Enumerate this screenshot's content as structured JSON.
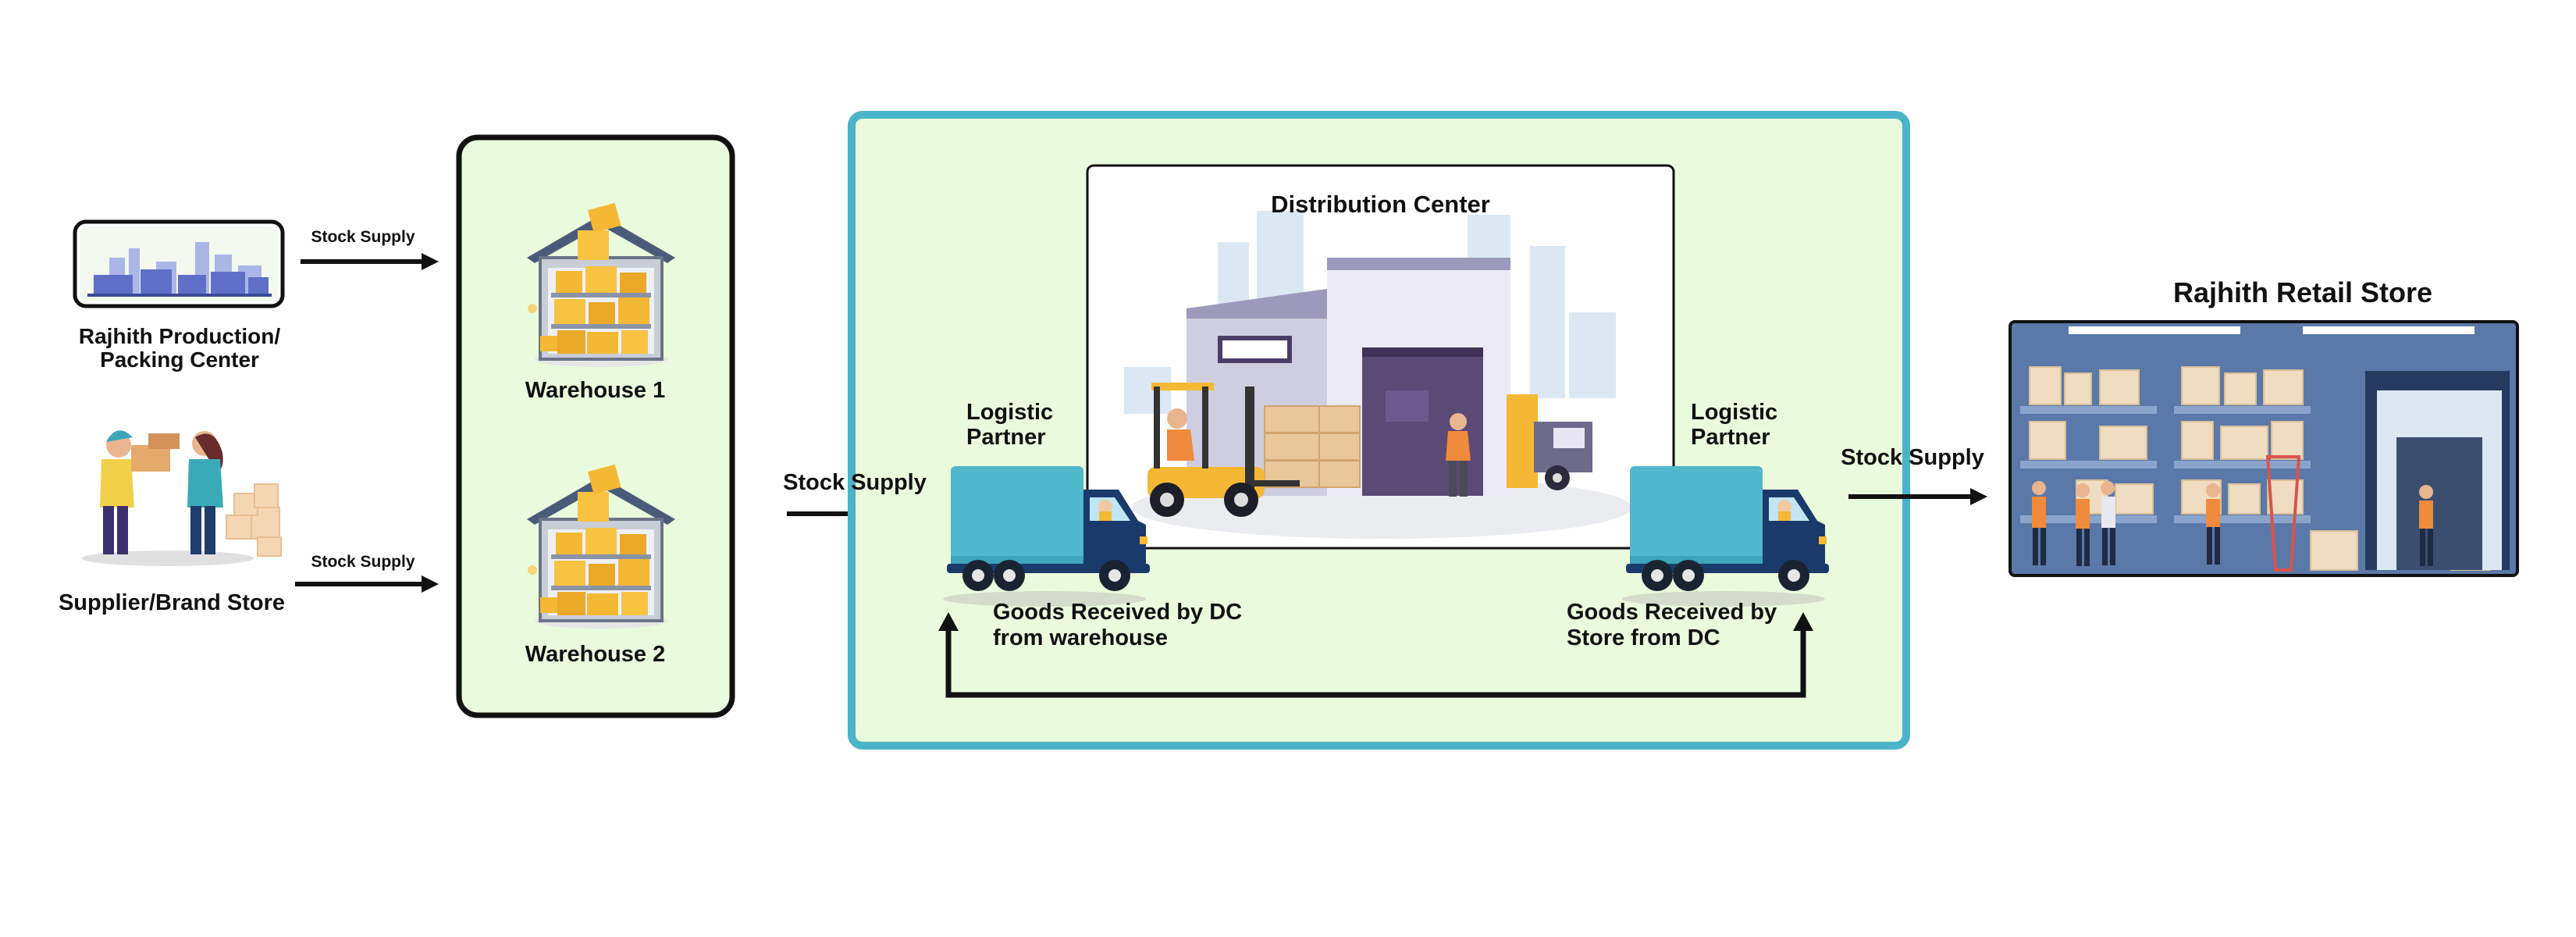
{
  "source": {
    "production": "Rajhith Production/ Packing Center",
    "supplier": "Supplier/Brand Store",
    "stock_supply_1": "Stock Supply",
    "stock_supply_2": "Stock Supply"
  },
  "warehouses": {
    "w1": "Warehouse 1",
    "w2": "Warehouse 2"
  },
  "dc": {
    "stock_supply_in": "Stock Supply",
    "title": "Distribution Center",
    "logistic_left": "Logistic Partner",
    "logistic_right": "Logistic Partner",
    "received_left": "Goods Received by DC from warehouse",
    "received_right": "Goods Received by Store from DC"
  },
  "retail": {
    "stock_supply_out": "Stock Supply",
    "title": "Rajhith Retail Store"
  },
  "colors": {
    "panel_fill": "#eafadc",
    "dc_border": "#4ab4c8",
    "truck": "#4fb8cc",
    "cab": "#1a3a6b",
    "box": "#f5b834",
    "store_wall": "#5a79a8"
  }
}
